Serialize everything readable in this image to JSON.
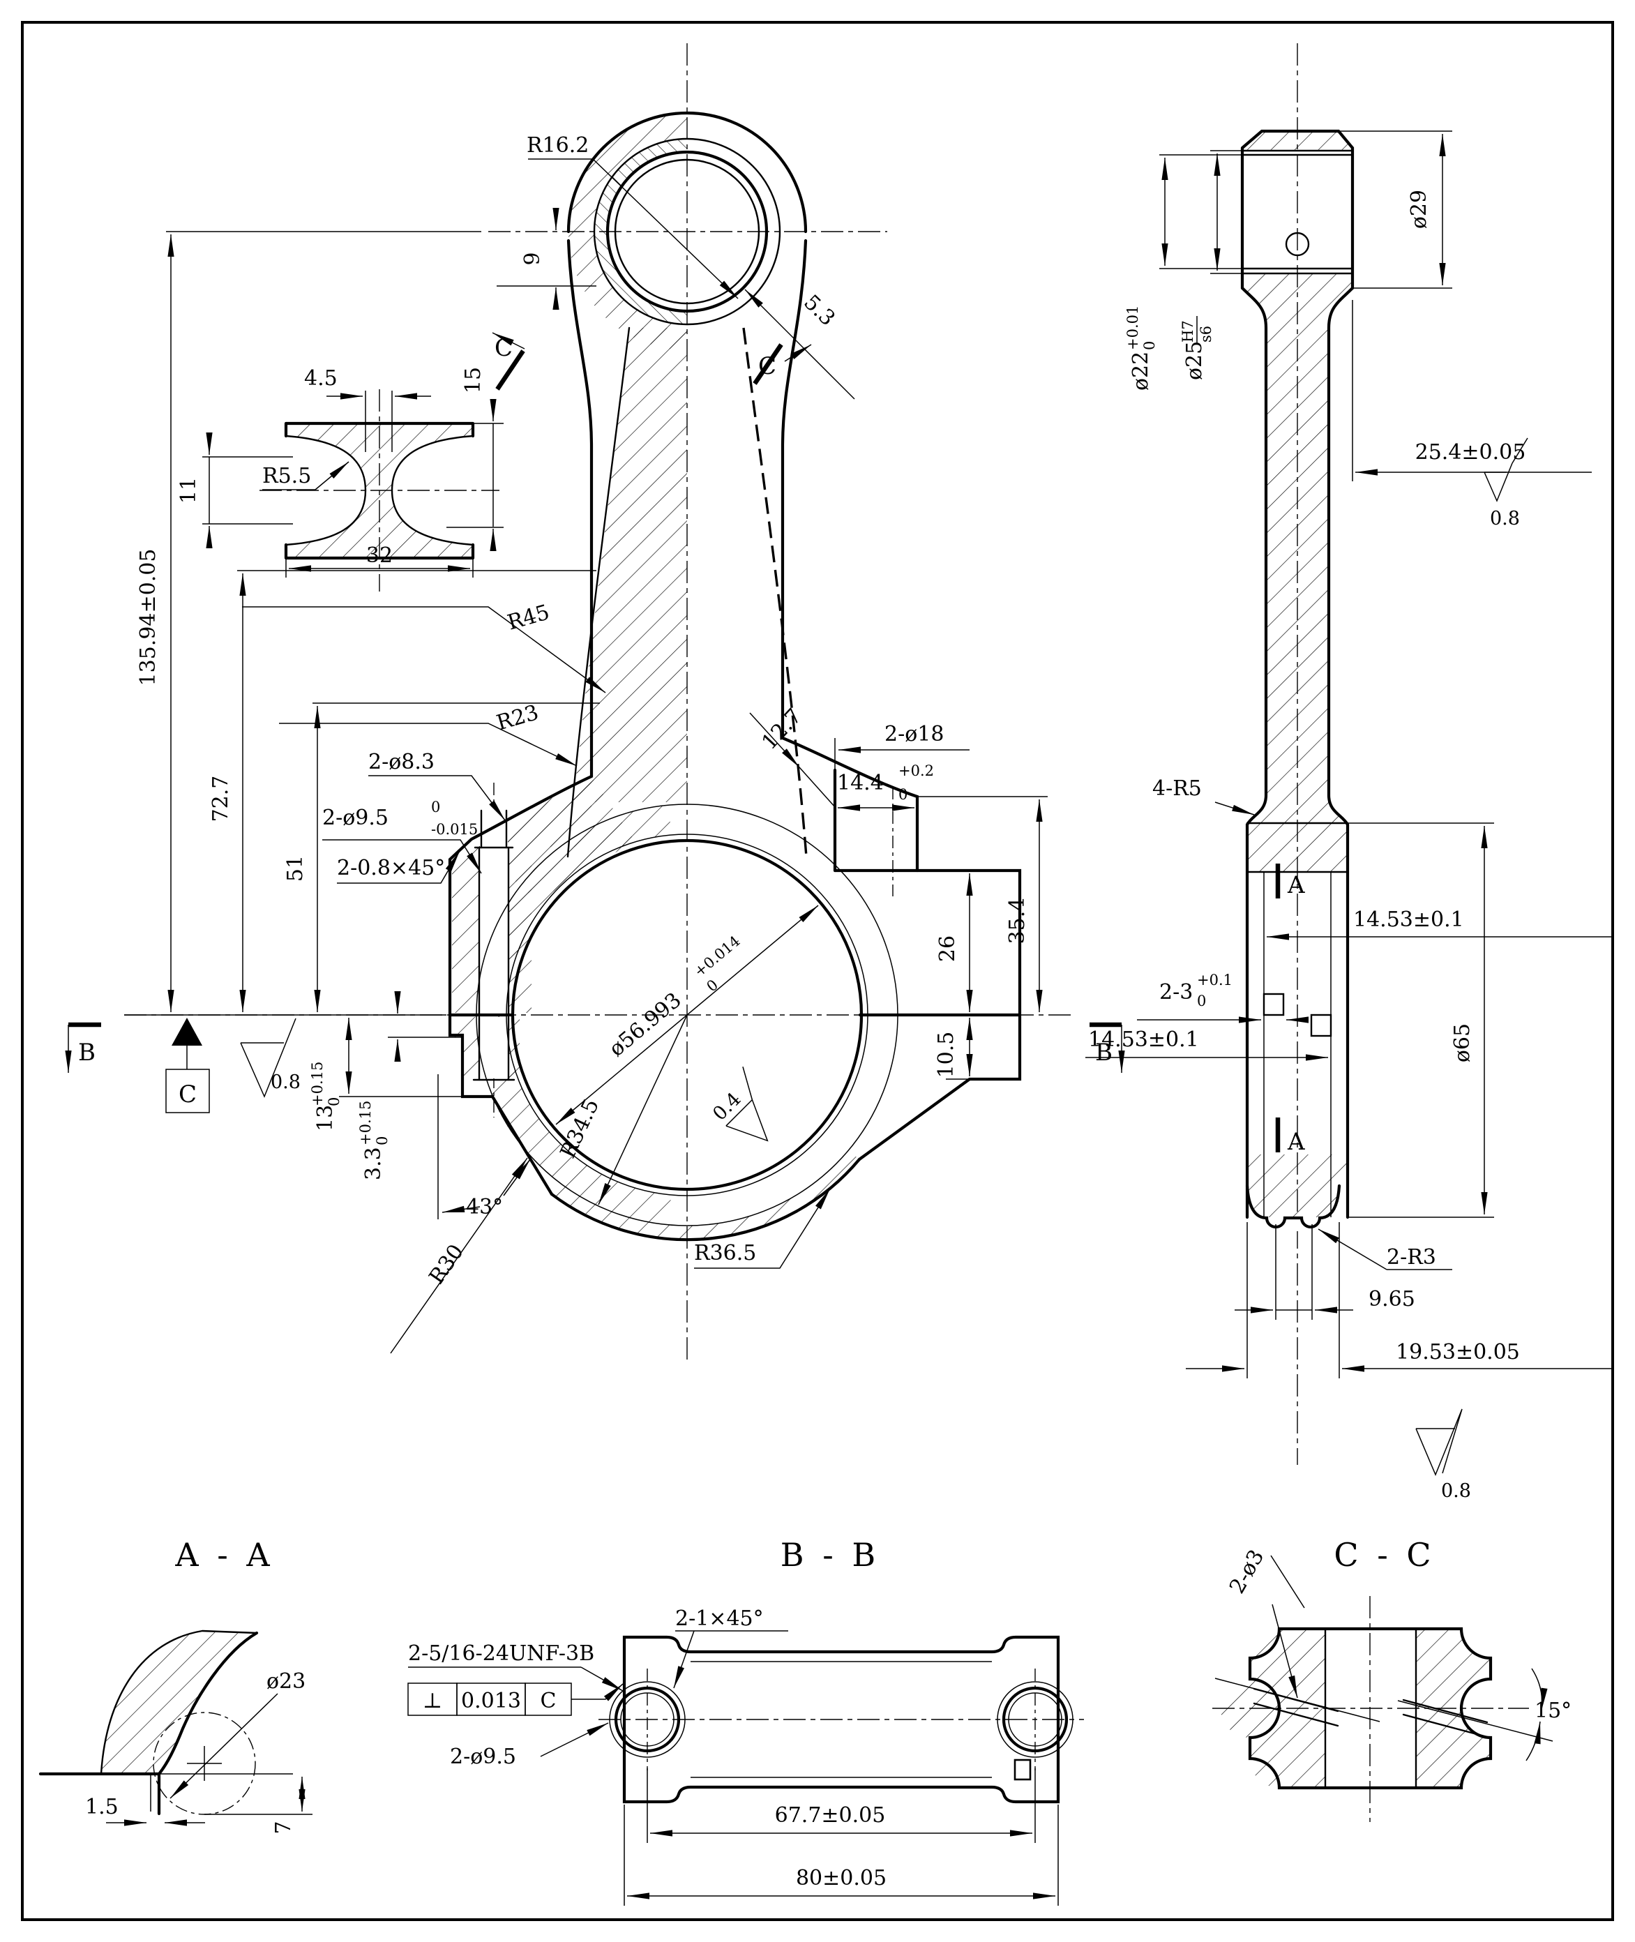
{
  "front_view": {
    "r16_2": "R16.2",
    "dim9": "9",
    "dim5_3": "5.3",
    "c_mark": "C",
    "len_total": "135.94±0.05",
    "dim72_7": "72.7",
    "dim51": "51",
    "r45": "R45",
    "r23": "R23",
    "holes8_3": "2-ø8.3",
    "holes9_5": "2-ø9.5",
    "holes9_5_up": "0",
    "holes9_5_dn": "-0.015",
    "chamfer": "2-0.8×45°",
    "dim12_7": "12.7",
    "holes18": "2-ø18",
    "d14_4": "14.4",
    "d14_4_up": "+0.2",
    "d14_4_dn": "0",
    "dim26": "26",
    "dim35_4": "35.4",
    "dim10_5": "10.5",
    "d13": "13",
    "d13_up": "+0.15",
    "d13_dn": "0",
    "d3_3": "3.3",
    "d3_3_up": "+0.15",
    "d3_3_dn": "0",
    "bore": "ø56.993",
    "bore_up": "+0.014",
    "bore_dn": "0",
    "r34_5": "R34.5",
    "ra_bore": "0.4",
    "deg43": "43°",
    "r30": "R30",
    "r36_5": "R36.5",
    "b_mark": "B",
    "datum": "C",
    "ra_split": "0.8"
  },
  "shank_section_detail": {
    "d4_5": "4.5",
    "d15": "15",
    "d11": "11",
    "r5_5": "R5.5",
    "d32": "32"
  },
  "side_view": {
    "d22": "ø22",
    "d22_up": "+0.01",
    "d22_dn": "0",
    "d25": "ø25",
    "d25_up": "H7",
    "d25_dn": "s6",
    "d29": "ø29",
    "w25_4": "25.4±0.05",
    "ra_top": "0.8",
    "r5": "4-R5",
    "a_mark": "A",
    "d14_53": "14.53±0.1",
    "slots": "2-3",
    "slots_up": "+0.1",
    "slots_dn": "0",
    "d65": "ø65",
    "r3": "2-R3",
    "d9_65": "9.65",
    "d19_53": "19.53±0.05",
    "ra_bottom": "0.8"
  },
  "section_aa": {
    "title": "A - A",
    "d23": "ø23",
    "d1_5": "1.5",
    "d7": "7"
  },
  "section_bb": {
    "title": "B - B",
    "chamfer": "2-1×45°",
    "thread": "2-5/16-24UNF-3B",
    "fcf_sym": "⊥",
    "fcf_tol": "0.013",
    "fcf_datum": "C",
    "holes": "2-ø9.5",
    "len67": "67.7±0.05",
    "len80": "80±0.05"
  },
  "section_cc": {
    "title": "C - C",
    "holes": "2-ø3",
    "angle": "15°"
  },
  "colors": {
    "line": "#000000",
    "background": "#ffffff"
  }
}
